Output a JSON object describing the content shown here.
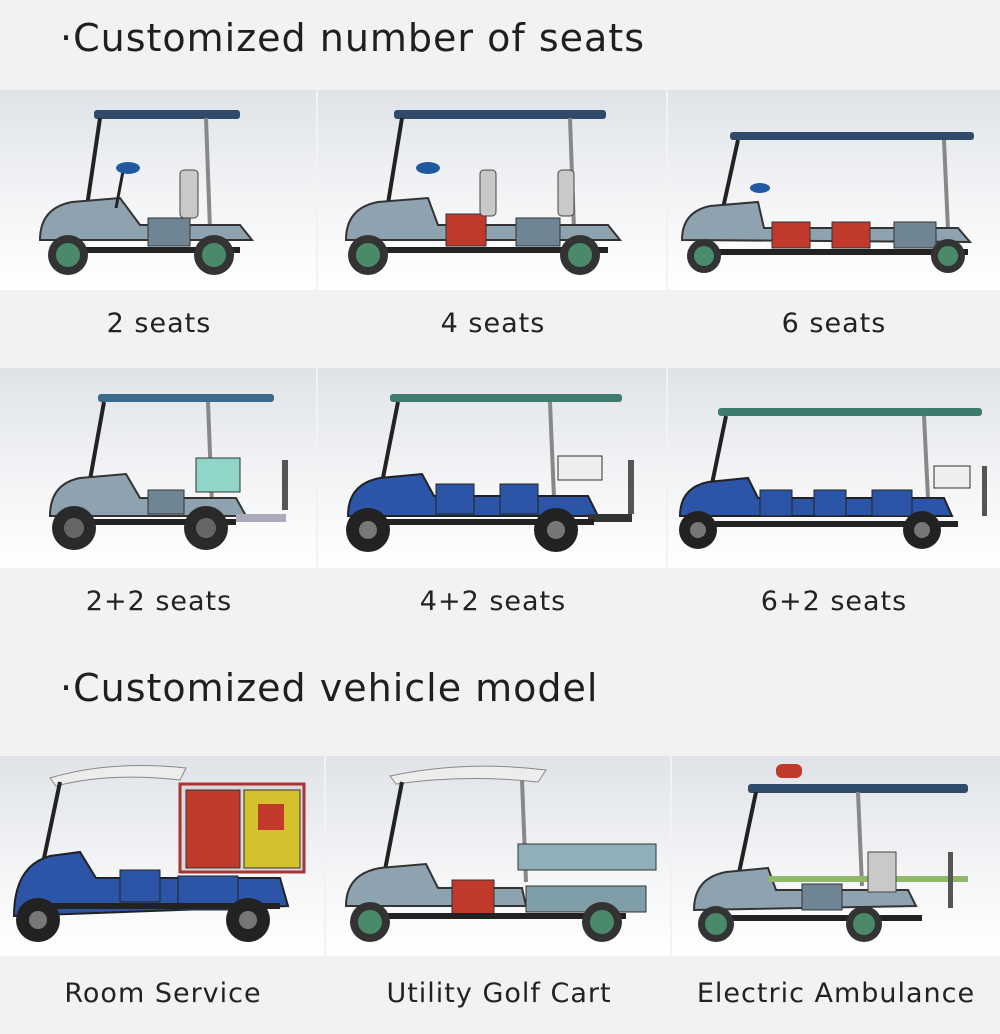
{
  "sections": [
    {
      "title": "·Customized number of seats",
      "items": [
        {
          "label": "2 seats",
          "seat_colors": [
            "#6f8594"
          ],
          "canopy": "#2f4a6b"
        },
        {
          "label": "4 seats",
          "seat_colors": [
            "#c0392b",
            "#6f8594"
          ],
          "canopy": "#2f4a6b"
        },
        {
          "label": "6 seats",
          "seat_colors": [
            "#c0392b",
            "#c0392b",
            "#6f8594"
          ],
          "canopy": "#2f4a6b"
        },
        {
          "label": "2+2 seats",
          "seat_colors": [
            "#6f8594"
          ],
          "canopy": "#3b6a8c"
        },
        {
          "label": "4+2 seats",
          "seat_colors": [
            "#2c55a8",
            "#2c55a8"
          ],
          "canopy": "#3f7a6e"
        },
        {
          "label": "6+2 seats",
          "seat_colors": [
            "#2c55a8",
            "#2c55a8",
            "#2c55a8"
          ],
          "canopy": "#3f7a6e"
        }
      ]
    },
    {
      "title": "·Customized vehicle model",
      "items": [
        {
          "label": "Room Service",
          "accent": "#c0392b",
          "canopy": "#e9e9e9"
        },
        {
          "label": "Utility Golf Cart",
          "accent": "#6f8f9a",
          "canopy": "#e9e9e9"
        },
        {
          "label": "Electric Ambulance",
          "accent": "#c0392b",
          "canopy": "#2f4a6b"
        }
      ]
    }
  ]
}
